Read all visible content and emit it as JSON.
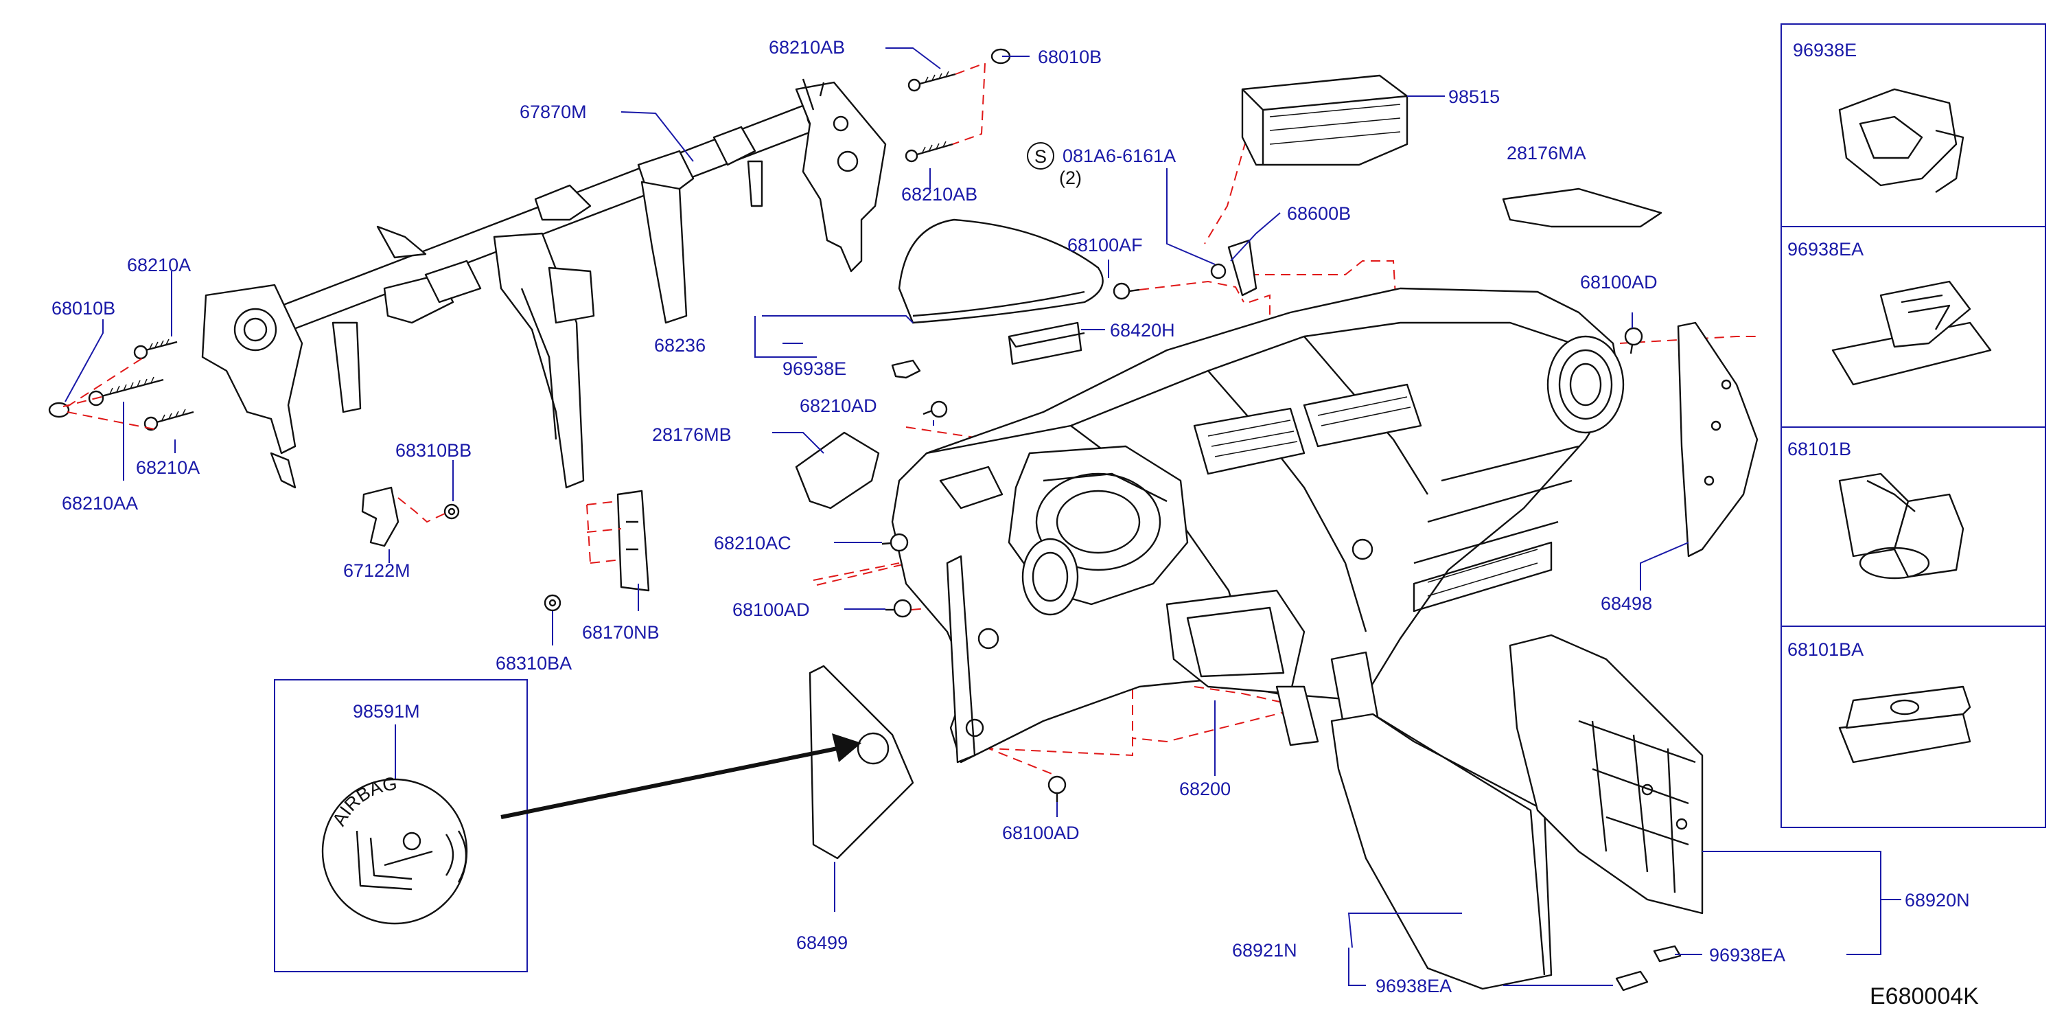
{
  "diagram": {
    "reference_code": "E680004K",
    "labels": {
      "p67870M": "67870M",
      "p68210AB_top": "68210AB",
      "p68010B_top": "68010B",
      "p68210AB_mid": "68210AB",
      "p68210A_top": "68210A",
      "p68010B_left": "68010B",
      "p68210A_bot": "68210A",
      "p68210AA": "68210AA",
      "p68310BB": "68310BB",
      "p67122M": "67122M",
      "p68310BA": "68310BA",
      "p68170NB": "68170NB",
      "p98591M": "98591M",
      "p081A6": "081A6-6161A",
      "p081A6_qty": "(2)",
      "p081A6_sym": "S",
      "p98515": "98515",
      "p28176MA": "28176MA",
      "p68600B": "68600B",
      "p68100AF": "68100AF",
      "p68420H": "68420H",
      "p68236": "68236",
      "p96938E_mid": "96938E",
      "p68210AD": "68210AD",
      "p28176MB": "28176MB",
      "p68210AC": "68210AC",
      "p68100AD_left": "68100AD",
      "p68100AD_bot": "68100AD",
      "p68100AD_right": "68100AD",
      "p68498": "68498",
      "p68200": "68200",
      "p68499": "68499",
      "p68921N": "68921N",
      "p96938EA_bot": "96938EA",
      "p96938EA_right": "96938EA",
      "p68920N": "68920N"
    },
    "airbag_emblem_text": "AIRBAG",
    "sidebar": [
      {
        "label": "96938E",
        "icon": "clip-96938E-icon"
      },
      {
        "label": "96938EA",
        "icon": "clip-96938EA-icon"
      },
      {
        "label": "68101B",
        "icon": "clip-68101B-icon"
      },
      {
        "label": "68101BA",
        "icon": "clip-68101BA-icon"
      }
    ],
    "colors": {
      "label": "#1a1aa8",
      "dashed_guide": "#e01818",
      "linework": "#111111"
    }
  }
}
